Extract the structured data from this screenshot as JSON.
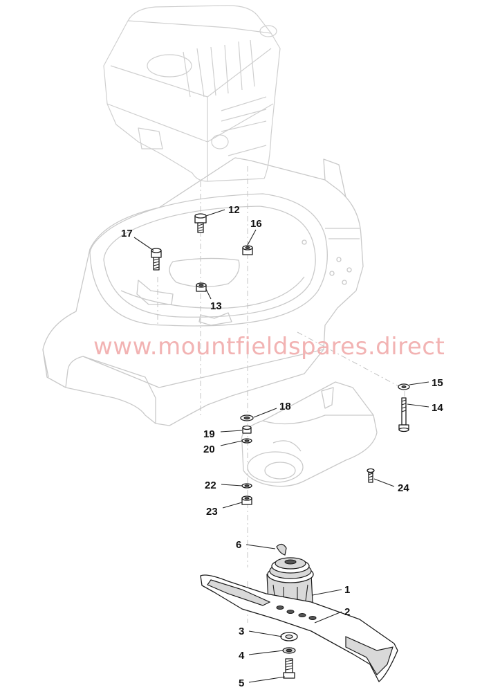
{
  "watermark": "www.mountfieldspares.direct",
  "callouts": {
    "c1": "1",
    "c2": "2",
    "c3": "3",
    "c4": "4",
    "c5": "5",
    "c6": "6",
    "c12": "12",
    "c13": "13",
    "c14": "14",
    "c15": "15",
    "c16": "16",
    "c17": "17",
    "c18": "18",
    "c19": "19",
    "c20": "20",
    "c22": "22",
    "c23": "23",
    "c24": "24"
  }
}
